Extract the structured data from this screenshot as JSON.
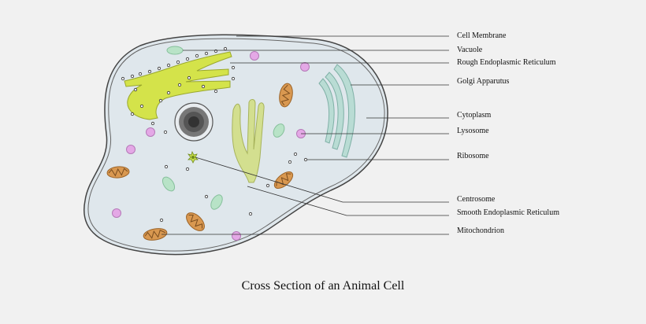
{
  "labels": {
    "cell_membrane": "Cell Membrane",
    "vacuole": "Vacuole",
    "rough_er": "Rough Endoplasmic Reticulum",
    "golgi": "Golgi Apparutus",
    "cytoplasm": "Cytoplasm",
    "lysosome": "Lysosome",
    "ribosome": "Ribosome",
    "centrosome": "Centrosome",
    "smooth_er": "Smooth Endoplasmic Reticulum",
    "mitochondrion": "Mitochondrion"
  },
  "caption": "Cross Section of an Animal Cell",
  "colors": {
    "background": "#f1f1f1",
    "cytoplasm": "#dfe7ec",
    "membrane": "#555555",
    "rough_er": "#d4e34a",
    "smooth_er": "#d3df8f",
    "golgi": "#b9dcd4",
    "vacuole": "#b8e3c7",
    "lysosome": "#e4a8e6",
    "mitochondrion": "#d99850",
    "nucleus": "#888888"
  }
}
